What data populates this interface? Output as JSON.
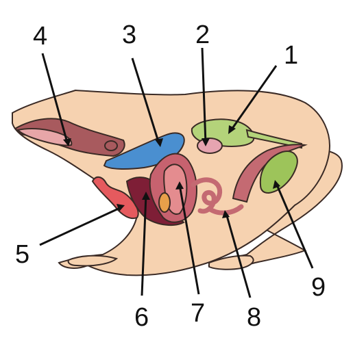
{
  "labels": [
    "1",
    "2",
    "3",
    "4",
    "5",
    "6",
    "7",
    "8",
    "9"
  ],
  "colors": {
    "skin": "#f6d2b0",
    "skin_stroke": "#4a3a33",
    "tongue": "#a85a5e",
    "tongue_light": "#e7a6a8",
    "liver": "#4a8fd0",
    "kidney": "#b4d37a",
    "bladder": "#e6a4b0",
    "lung": "#e55a5e",
    "heart_dark": "#7e1e36",
    "stomach": "#c7626f",
    "stomach_light": "#e48c8f",
    "gall": "#e8a04a",
    "intestine": "#c46a72",
    "gonad": "#9dc45a",
    "label_color": "#111111"
  },
  "icons": [
    "frog-body-illustration"
  ]
}
